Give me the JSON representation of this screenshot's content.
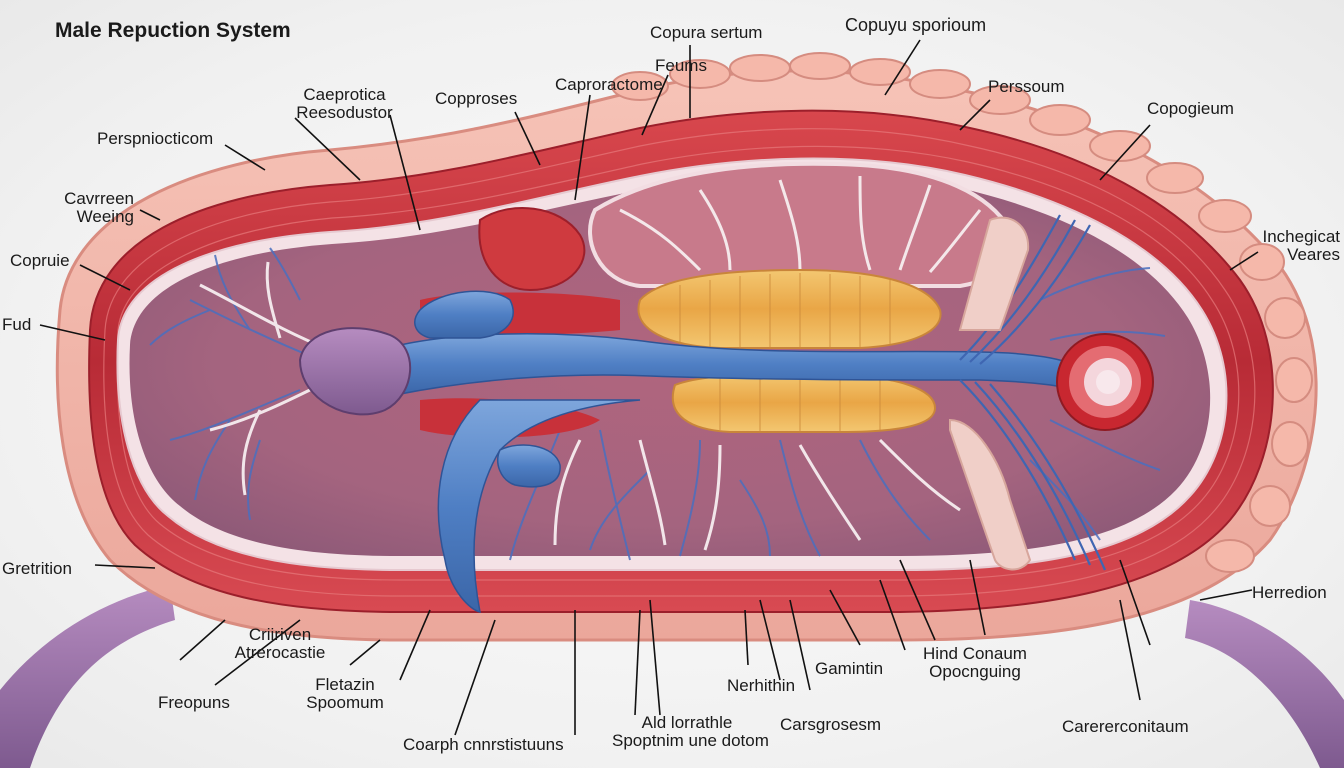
{
  "title": "Male Repuction System",
  "labels": [
    {
      "id": "copura-serteum",
      "text": "Copura sertum"
    },
    {
      "id": "copuyu-sporioum",
      "text": "Copuyu sporioum"
    },
    {
      "id": "feums",
      "text": "Feums"
    },
    {
      "id": "carprotome",
      "text": "Caproractome"
    },
    {
      "id": "copproses",
      "text": "Copproses"
    },
    {
      "id": "caeprotica",
      "text": "Caeprotica\nReesodustor"
    },
    {
      "id": "perspnocticon",
      "text": "Perspniocticom"
    },
    {
      "id": "caverreen",
      "text": "Cavrreen\nWeeing"
    },
    {
      "id": "copruie",
      "text": "Copruie"
    },
    {
      "id": "fud",
      "text": "Fud"
    },
    {
      "id": "persssoum",
      "text": "Perssoum"
    },
    {
      "id": "copogieum",
      "text": "Copogieum"
    },
    {
      "id": "incheget",
      "text": "Inchegicat\nVeares"
    },
    {
      "id": "gretrition",
      "text": "Gretrition"
    },
    {
      "id": "herredrion",
      "text": "Herredion"
    },
    {
      "id": "criiriven",
      "text": "Criiriven\nAtrerocastie"
    },
    {
      "id": "freopuns",
      "text": "Freopuns"
    },
    {
      "id": "fletazin",
      "text": "Fletazin\nSpoomum"
    },
    {
      "id": "coarph",
      "text": "Coarph cnnrstistuuns"
    },
    {
      "id": "ald-lorrathle",
      "text": "Ald lorrathle\nSpoptnim une dotom"
    },
    {
      "id": "nerhithin",
      "text": "Nerhithin"
    },
    {
      "id": "gamintin",
      "text": "Gamintin"
    },
    {
      "id": "carsgroesm",
      "text": "Carsgrosesm"
    },
    {
      "id": "hind-conaum",
      "text": "Hind Conaum\nOpocnguing"
    },
    {
      "id": "carerercontaum",
      "text": "Carererconitaum"
    }
  ]
}
